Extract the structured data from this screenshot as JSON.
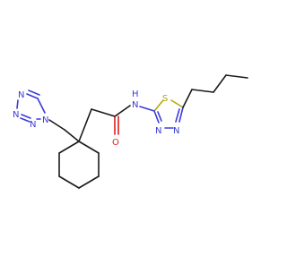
{
  "molecule": {
    "atom_labels": {
      "tetrazole_n1": "N",
      "tetrazole_n2": "N",
      "tetrazole_n3": "N",
      "tetrazole_n4": "N",
      "amide_nh": "N",
      "amide_h": "H",
      "carbonyl_o": "O",
      "thiadiazole_s": "S",
      "thiadiazole_n3": "N",
      "thiadiazole_n4": "N"
    }
  },
  "colors": {
    "carbon_bond": "#1a1a1a",
    "nitrogen": "#3b3bdc",
    "oxygen": "#e0201c",
    "sulfur": "#b5a800"
  }
}
